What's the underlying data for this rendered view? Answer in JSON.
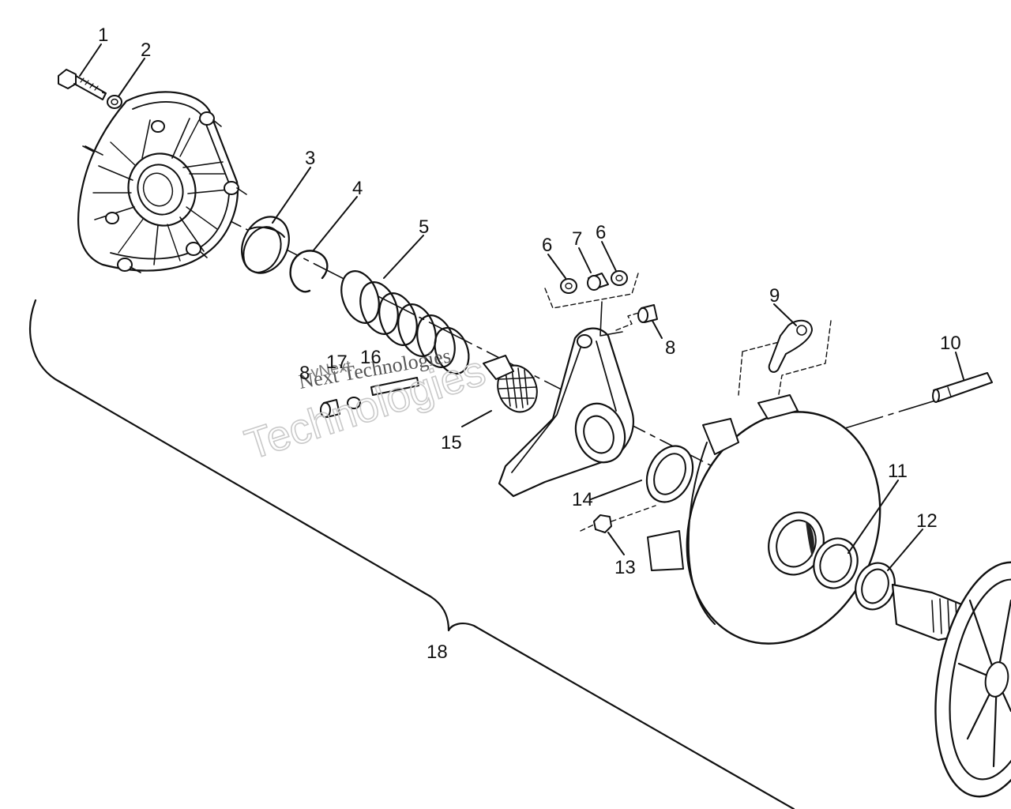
{
  "diagram": {
    "callouts": [
      {
        "id": "1",
        "label": "1"
      },
      {
        "id": "2",
        "label": "2"
      },
      {
        "id": "3",
        "label": "3"
      },
      {
        "id": "4",
        "label": "4"
      },
      {
        "id": "5",
        "label": "5"
      },
      {
        "id": "6a",
        "label": "6"
      },
      {
        "id": "7",
        "label": "7"
      },
      {
        "id": "6b",
        "label": "6"
      },
      {
        "id": "8a",
        "label": "8"
      },
      {
        "id": "8b",
        "label": "8"
      },
      {
        "id": "9",
        "label": "9"
      },
      {
        "id": "10",
        "label": "10"
      },
      {
        "id": "11",
        "label": "11"
      },
      {
        "id": "12",
        "label": "12"
      },
      {
        "id": "13",
        "label": "13"
      },
      {
        "id": "14",
        "label": "14"
      },
      {
        "id": "15",
        "label": "15"
      },
      {
        "id": "16",
        "label": "16"
      },
      {
        "id": "17",
        "label": "17"
      },
      {
        "id": "18",
        "label": "18"
      }
    ],
    "watermark": {
      "line1": "Technologies",
      "line2": "Next Technologies",
      "line3": "vNext"
    }
  }
}
